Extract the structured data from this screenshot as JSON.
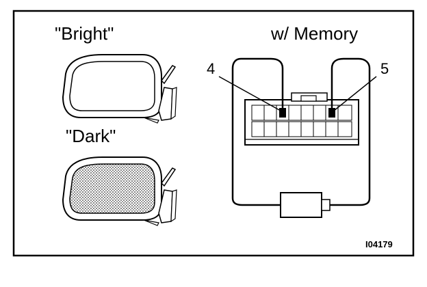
{
  "labels": {
    "bright": "\"Bright\"",
    "dark": "\"Dark\"",
    "memory": "w/ Memory",
    "pin_left": "4",
    "pin_right": "5",
    "figure_code": "I04179"
  },
  "colors": {
    "line": "#000000",
    "background": "#ffffff",
    "shade": "#9a9a9a"
  }
}
